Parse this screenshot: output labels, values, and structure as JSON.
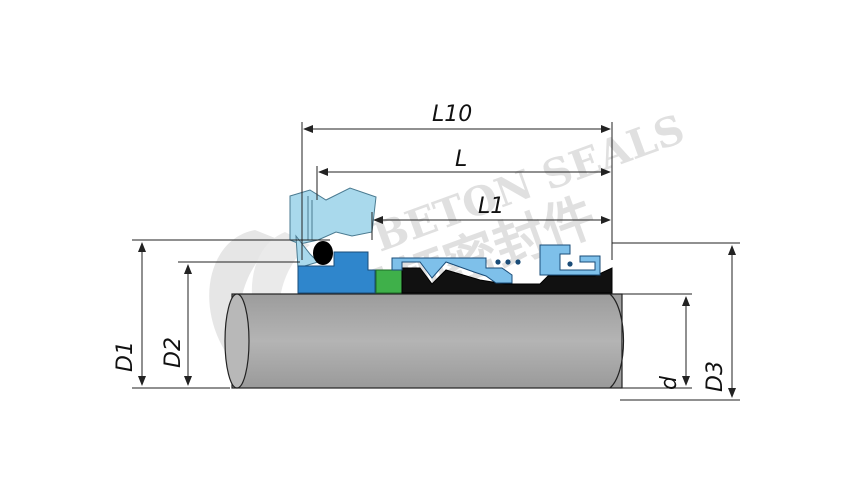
{
  "diagram": {
    "dimension_labels": {
      "L10": "L10",
      "L": "L",
      "L1": "L1",
      "D1": "D1",
      "D2": "D2",
      "d": "d",
      "D3": "D3"
    },
    "watermark": {
      "brand": "BETON SEALS",
      "chinese": "贝顿密封件"
    },
    "colors": {
      "shaft": "#a9a9a9",
      "housing": "#a9d9ec",
      "seat": "#2f86cc",
      "face": "#3fb04a",
      "bellows": "#7ec0ea",
      "rubber": "#111111",
      "line": "#222222"
    }
  }
}
